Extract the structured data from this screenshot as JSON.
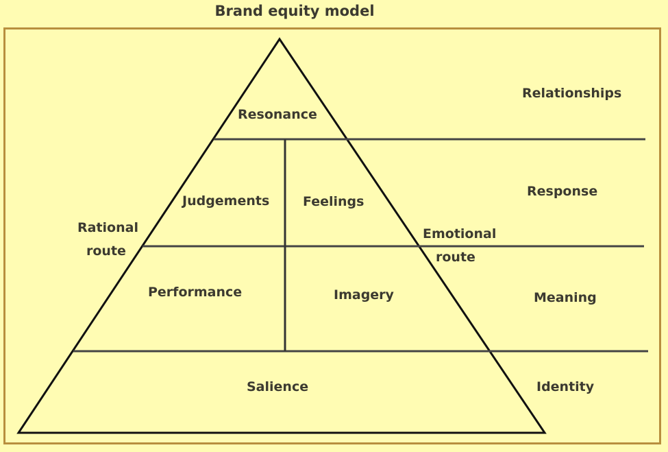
{
  "title": "Brand equity model",
  "pyramid": {
    "top": "Resonance",
    "left_upper": "Judgements",
    "right_upper": "Feelings",
    "left_lower": "Performance",
    "right_lower": "Imagery",
    "base": "Salience"
  },
  "routes": {
    "rational_line1": "Rational",
    "rational_line2": "route",
    "emotional_line1": "Emotional",
    "emotional_line2": "route"
  },
  "levels": {
    "relationships": "Relationships",
    "response": "Response",
    "meaning": "Meaning",
    "identity": "Identity"
  }
}
